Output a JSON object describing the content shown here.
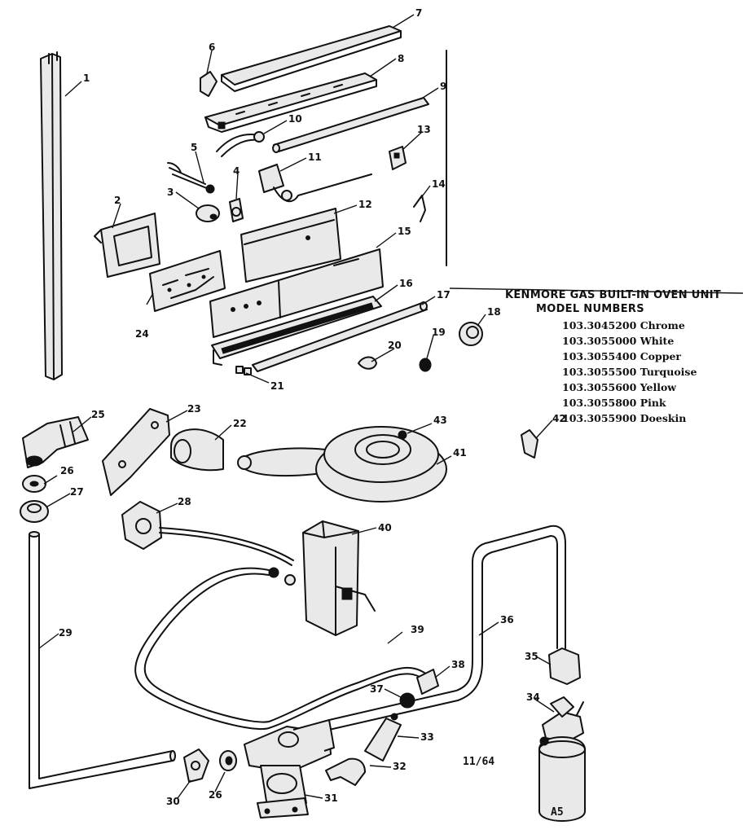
{
  "diagram": {
    "header": {
      "line1": "KENMORE GAS BUILT-IN OVEN UNIT",
      "line2": "MODEL NUMBERS"
    },
    "models": [
      {
        "number": "103.3045200",
        "finish": "Chrome"
      },
      {
        "number": "103.3055000",
        "finish": "White"
      },
      {
        "number": "103.3055400",
        "finish": "Copper"
      },
      {
        "number": "103.3055500",
        "finish": "Turquoise"
      },
      {
        "number": "103.3055600",
        "finish": "Yellow"
      },
      {
        "number": "103.3055800",
        "finish": "Pink"
      },
      {
        "number": "103.3055900",
        "finish": "Doeskin"
      }
    ],
    "part_labels": [
      "1",
      "2",
      "3",
      "4",
      "5",
      "6",
      "7",
      "8",
      "9",
      "10",
      "11",
      "12",
      "13",
      "14",
      "15",
      "16",
      "17",
      "18",
      "19",
      "20",
      "21",
      "22",
      "23",
      "24",
      "25",
      "26",
      "27",
      "28",
      "29",
      "30",
      "26",
      "31",
      "32",
      "33",
      "34",
      "35",
      "36",
      "37",
      "38",
      "39",
      "40",
      "41",
      "42",
      "43"
    ],
    "date_code": "11/64",
    "page_code": "A5"
  }
}
